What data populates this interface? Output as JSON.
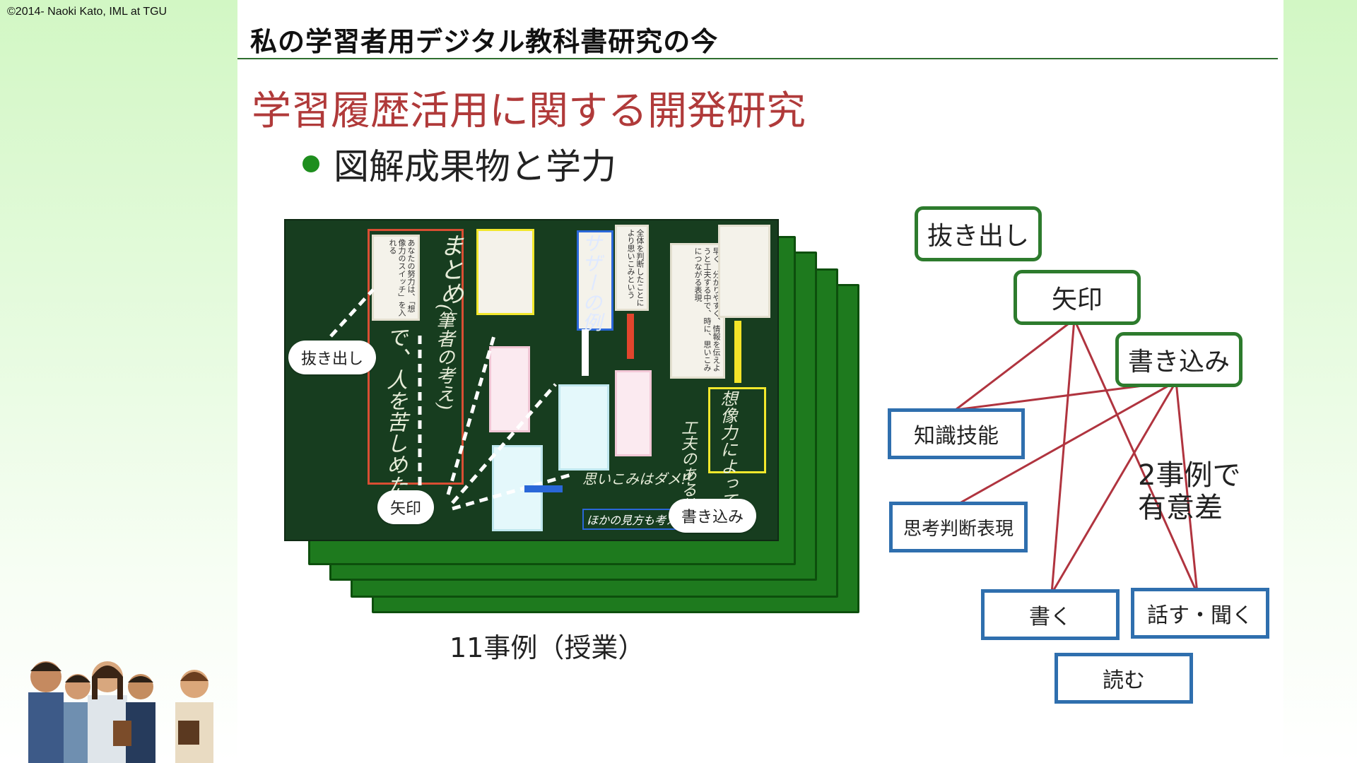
{
  "copyright": "©2014- Naoki Kato, IML at TGU",
  "header_title": "私の学習者用デジタル教科書研究の今",
  "section_title": "学習履歴活用に関する開発研究",
  "bullet": "図解成果物と学力",
  "board": {
    "callouts": {
      "extract": "抜き出し",
      "arrow": "矢印",
      "write": "書き込み"
    },
    "handwriting": {
      "summary": "まとめ",
      "author": "(筆者の考え)",
      "effect": "で、人を苦しめたり",
      "example": "サザーの例",
      "relation": "想像力によって",
      "info": "工夫のある情報",
      "bottom1": "思いこみはダメ!!",
      "bottom2": "ほかの見方も考える"
    },
    "notes": {
      "n16": "あなたの努力は、「想像力のスイッチ」を入れる",
      "n15": "早く、分かりやすく、情報を伝えようと工夫する中で、時に、思いこみにつながる表現",
      "n1": "全体を判断したことにより思いこみという"
    }
  },
  "cases_caption": "11事例（授業）",
  "network": {
    "green_boxes": [
      "抜き出し",
      "矢印",
      "書き込み"
    ],
    "blue_boxes": [
      "知識技能",
      "思考判断表現",
      "書く",
      "話す・聞く",
      "読む"
    ],
    "significance_line1": "2事例で",
    "significance_line2": "有意差"
  },
  "colors": {
    "accent_red": "#b03a3a",
    "accent_green": "#2d7b2d",
    "accent_blue": "#2f6fae",
    "line_red": "#b0343f",
    "board_green": "#173d1f"
  }
}
